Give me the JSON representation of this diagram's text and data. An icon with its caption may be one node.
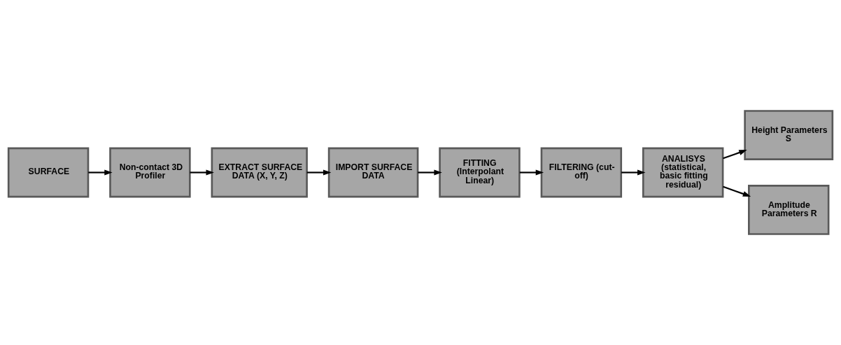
{
  "diagram": {
    "nodes": [
      {
        "text": [
          "SURFACE"
        ]
      },
      {
        "text": [
          "Non-contact 3D Profiler"
        ]
      },
      {
        "text": [
          "EXTRACT SURFACE DATA (X, Y, Z)"
        ]
      },
      {
        "text": [
          "IMPORT SURFACE DATA"
        ]
      },
      {
        "text": [
          "FITTING (Interpolant Linear)"
        ]
      },
      {
        "text": [
          "FILTERING (cut-off)"
        ]
      },
      {
        "text": [
          "ANALISYS (statistical, basic fitting residual)"
        ]
      },
      {
        "text": [
          "Height Parameters S"
        ]
      },
      {
        "text": [
          "Amplitude Parameters R"
        ]
      }
    ],
    "edges": [
      {
        "from": 0,
        "to": 1,
        "arrow": "to"
      },
      {
        "from": 1,
        "to": 2,
        "arrow": "to"
      },
      {
        "from": 2,
        "to": 3,
        "arrow": "to"
      },
      {
        "from": 3,
        "to": 4,
        "arrow": "to"
      },
      {
        "from": 4,
        "to": 5,
        "arrow": "to"
      },
      {
        "from": 5,
        "to": 6,
        "arrow": "to"
      },
      {
        "from": 6,
        "to": 7,
        "arrow": "to"
      },
      {
        "from": 6,
        "to": 8,
        "arrow": "to"
      }
    ]
  }
}
